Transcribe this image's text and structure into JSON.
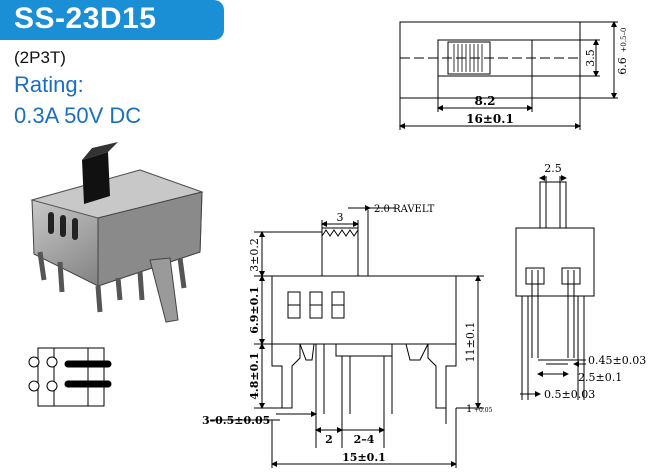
{
  "header": {
    "part_number": "SS-23D15"
  },
  "spec": {
    "variant": "(2P3T)",
    "rating_label": "Rating:",
    "rating_value": "0.3A 50V DC"
  },
  "top_view": {
    "dim_inner_width": "8.2",
    "dim_total_width": "16±0.1",
    "dim_knob_height": "3.5",
    "dim_body_height": "6.6",
    "dim_body_tol": "+0.5–0"
  },
  "front_view": {
    "knob_width": "3",
    "travel_note": "2.0 RAVELT",
    "dim_knob_height": "3±0.2",
    "dim_body_height": "6.9±0.1",
    "dim_pin_length": "4.8±0.1",
    "dim_total_height": "11±0.1",
    "dim_pin_hole": "3–0.5±0.05",
    "dim_pitch_a": "2",
    "dim_pitch_b": "2–4",
    "dim_total_width": "15±0.1",
    "dim_tail": "1",
    "dim_tail_tol": "+0.05"
  },
  "side_view": {
    "dim_knob_width": "2.5",
    "dim_pin_thickness": "0.45±0.03",
    "dim_pin_pitch": "2.5±0.1",
    "dim_pin_width": "0.5±0.03"
  }
}
